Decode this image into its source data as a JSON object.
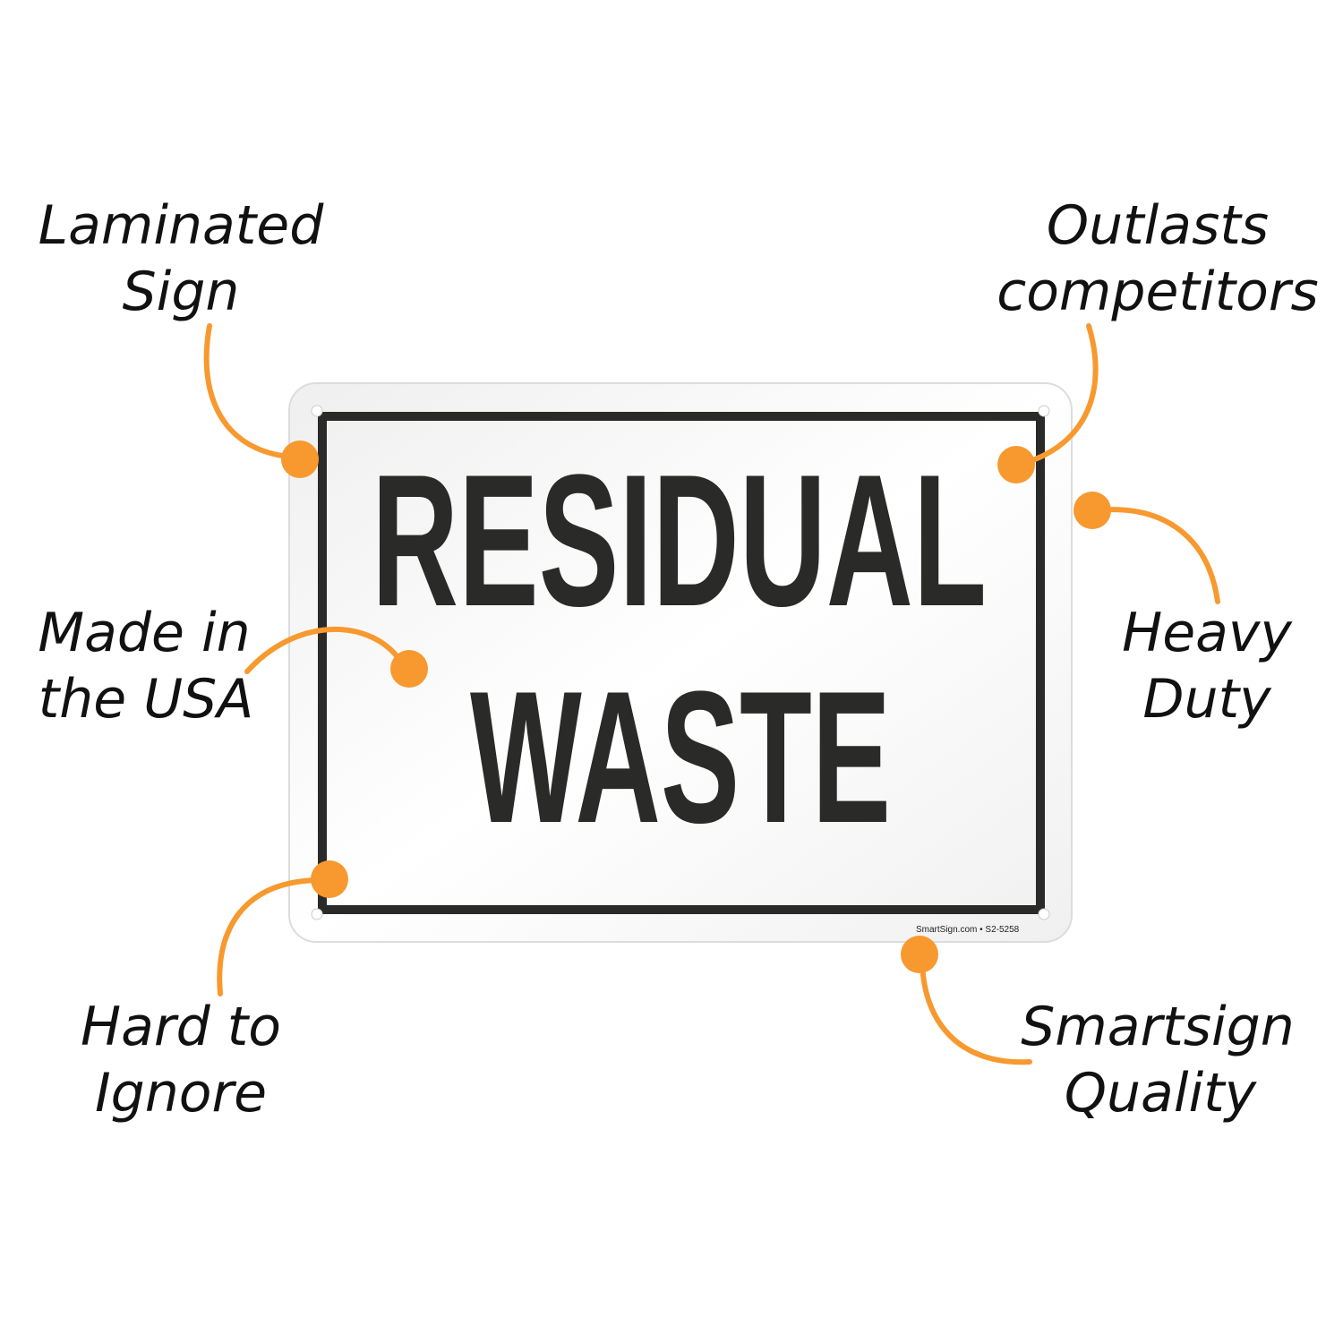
{
  "sign": {
    "line1": "RESIDUAL",
    "line2": "WASTE",
    "footer": "SmartSign.com • S2-5258"
  },
  "callouts": {
    "laminated": {
      "line1": "Laminated",
      "line2": "Sign"
    },
    "outlasts": {
      "line1": "Outlasts",
      "line2": "competitors"
    },
    "usa": {
      "line1": "Made in",
      "line2": "the USA"
    },
    "heavy": {
      "line1": "Heavy",
      "line2": "Duty"
    },
    "ignore": {
      "line1": "Hard to",
      "line2": "Ignore"
    },
    "quality": {
      "line1": "Smartsign",
      "line2": "Quality"
    }
  },
  "colors": {
    "accent": "#F7992F",
    "ink": "#2a2a28"
  }
}
